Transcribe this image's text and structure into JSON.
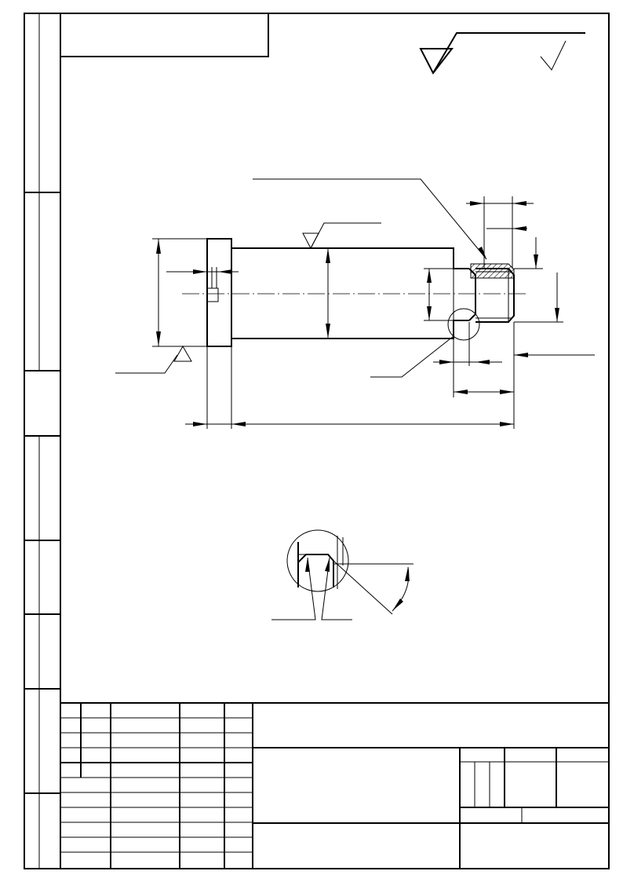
{
  "sheet": {
    "format": "A4",
    "orientation": "portrait"
  },
  "drawing": {
    "part": "stepped-shaft",
    "views": [
      "main-view",
      "detail-view-undercut"
    ],
    "roughness_symbols": [
      "general-roughness-symbol",
      "check-mark-roughness-symbol"
    ]
  },
  "title_block": {
    "left_columns": 5,
    "left_rows": 11
  }
}
